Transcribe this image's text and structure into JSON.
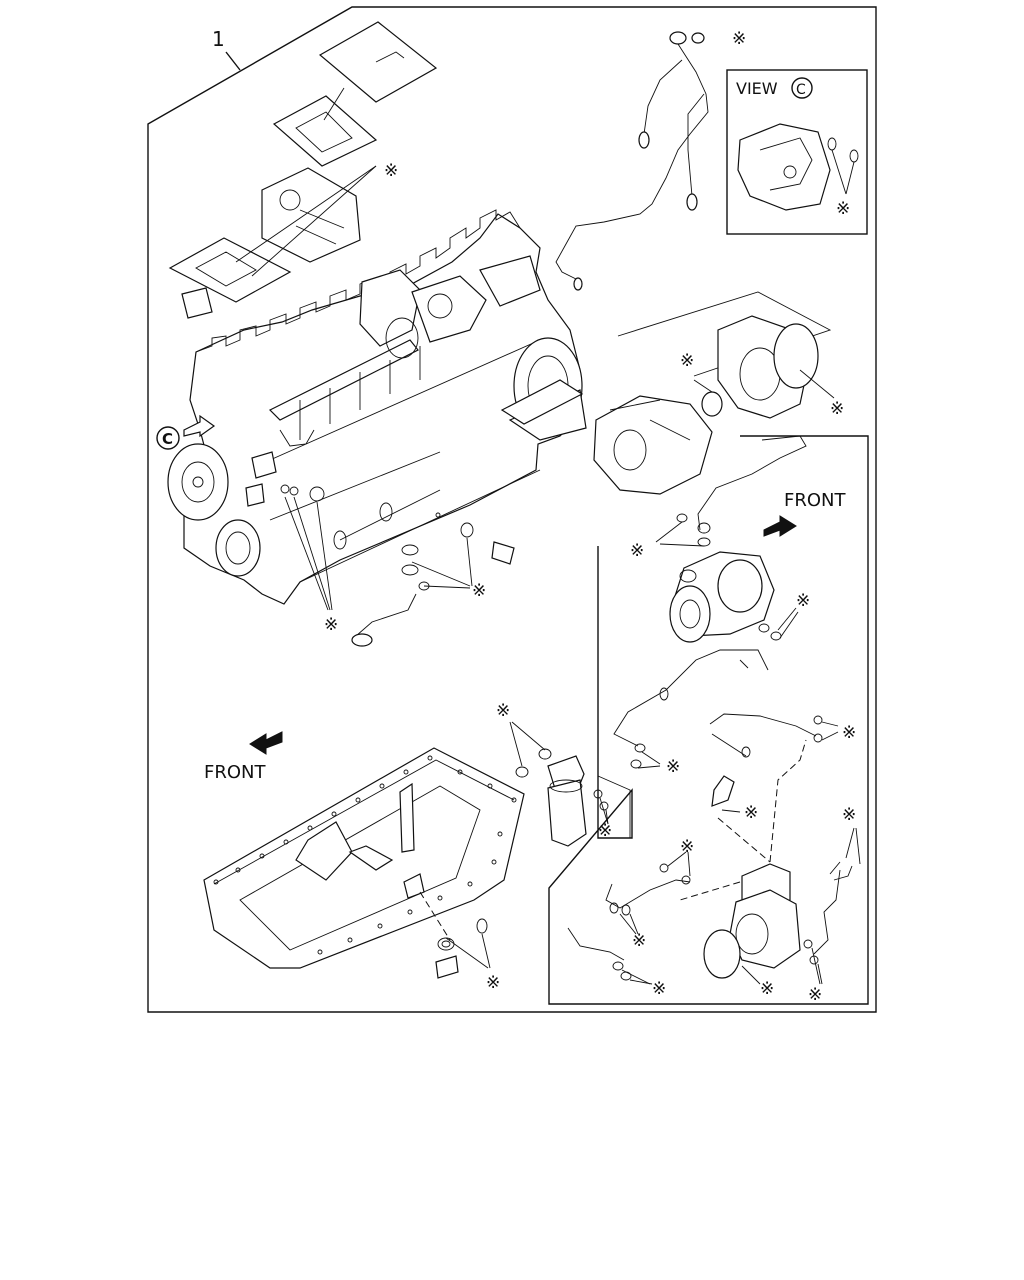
{
  "callout_number": "1",
  "view_label": "VIEW",
  "view_letter": "C",
  "view_marker_letter": "C",
  "front_label_right": "FRONT",
  "front_label_left": "FRONT",
  "asterisk_symbol": "※",
  "colors": {
    "line": "#111111",
    "background": "#ffffff"
  }
}
